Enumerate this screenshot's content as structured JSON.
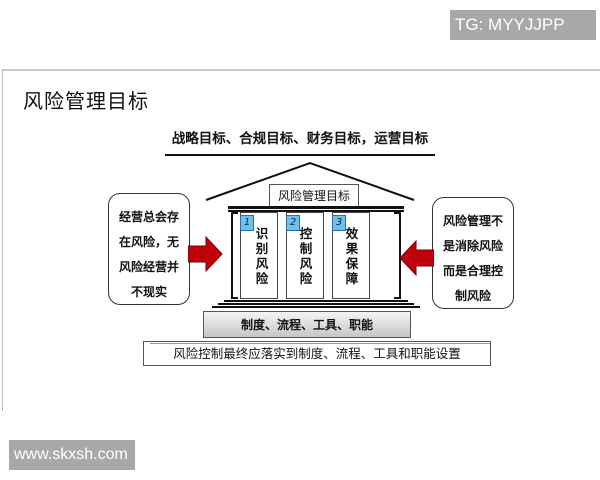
{
  "watermarks": {
    "top": "TG: MYYJJPP",
    "bottom": "www.skxsh.com"
  },
  "slide": {
    "title": "风险管理目标",
    "goals": "战略目标、合规目标、财务目标，运营目标",
    "roof_label": "风险管理目标",
    "left_box": {
      "lines": [
        "经营总会存",
        "在风险，无",
        "风险经营并",
        "不现实"
      ]
    },
    "right_box": {
      "lines": [
        "风险管理不",
        "是消除风险",
        "而是合理控",
        "制风险"
      ]
    },
    "pillars": [
      {
        "number": "1",
        "chars": [
          "识",
          "别",
          "风",
          "险"
        ]
      },
      {
        "number": "2",
        "chars": [
          "控",
          "制",
          "风",
          "险"
        ]
      },
      {
        "number": "3",
        "chars": [
          "效",
          "果",
          "保",
          "障"
        ]
      }
    ],
    "base": "制度、流程、工具、职能",
    "foundation": "风险控制最终应落实到制度、流程、工具和职能设置"
  },
  "colors": {
    "arrow_red": "#c0000b",
    "tag_blue": "#6ec0ee",
    "watermark_gray": "#a8a8a8"
  }
}
